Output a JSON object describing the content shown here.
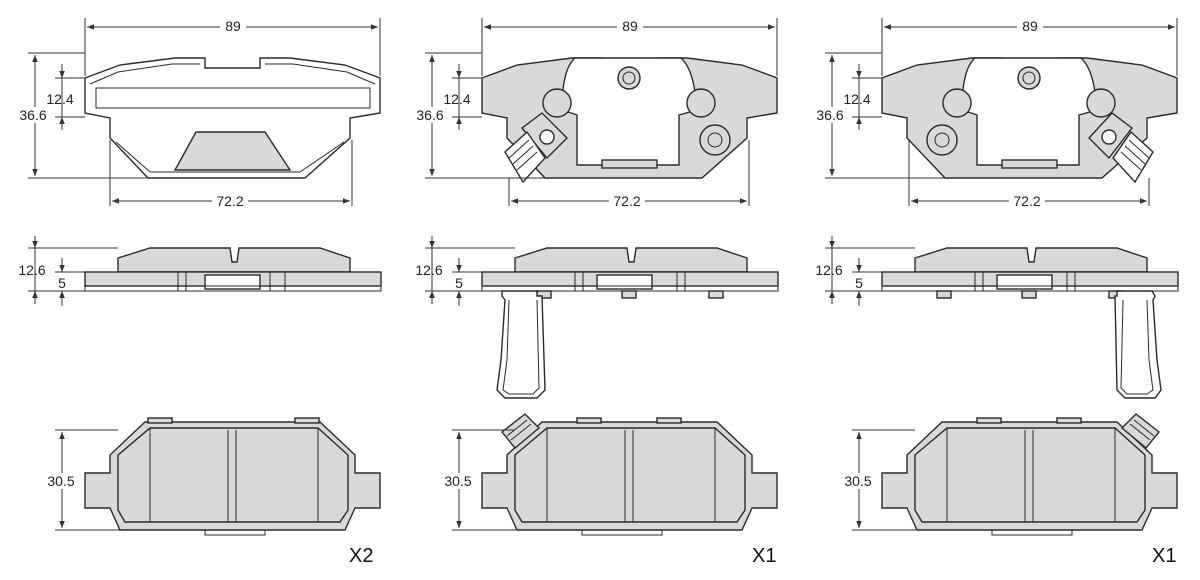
{
  "colors": {
    "part_fill": "#d9d9d9",
    "outline": "#2a2a2a",
    "background": "#ffffff"
  },
  "dimensions": {
    "total_width": "89",
    "inner_width": "72.2",
    "total_height": "36.6",
    "partial_height": "12.4",
    "side_height": "12.6",
    "plate_thickness": "5",
    "friction_height": "30.5"
  },
  "quantities": [
    "X2",
    "X1",
    "X1"
  ],
  "views": [
    {
      "variant": "plain",
      "has_wear_sensor": false,
      "sensor_side": "none"
    },
    {
      "variant": "with-sensor",
      "has_wear_sensor": true,
      "sensor_side": "left"
    },
    {
      "variant": "with-sensor",
      "has_wear_sensor": true,
      "sensor_side": "right"
    }
  ]
}
